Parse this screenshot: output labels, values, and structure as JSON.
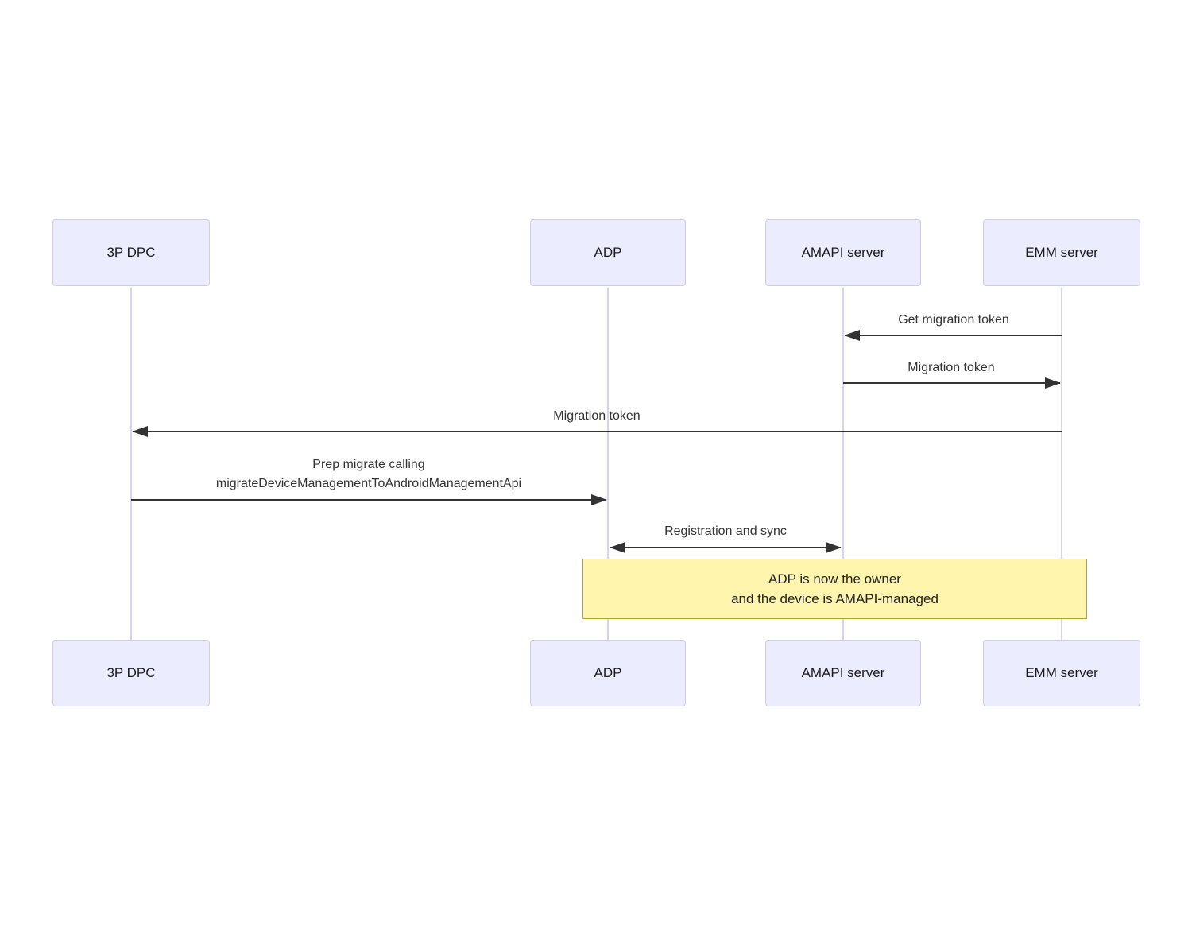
{
  "diagram": {
    "type": "sequence-diagram",
    "actors": [
      {
        "id": "3p-dpc",
        "label": "3P DPC"
      },
      {
        "id": "adp",
        "label": "ADP"
      },
      {
        "id": "amapi-server",
        "label": "AMAPI server"
      },
      {
        "id": "emm-server",
        "label": "EMM server"
      }
    ],
    "messages": [
      {
        "from": "EMM server",
        "to": "AMAPI server",
        "direction": "left",
        "label": "Get migration token"
      },
      {
        "from": "AMAPI server",
        "to": "EMM server",
        "direction": "right",
        "label": "Migration token"
      },
      {
        "from": "EMM server",
        "to": "3P DPC",
        "direction": "left",
        "label": "Migration token"
      },
      {
        "from": "3P DPC",
        "to": "ADP",
        "direction": "right",
        "lines": [
          "Prep migrate calling",
          "migrateDeviceManagementToAndroidManagementApi"
        ]
      },
      {
        "from": "ADP",
        "to": "AMAPI server",
        "direction": "both",
        "label": "Registration and sync"
      }
    ],
    "note": {
      "over": [
        "ADP",
        "AMAPI server",
        "EMM server"
      ],
      "lines": [
        "ADP is now the owner",
        "and the device is AMAPI-managed"
      ]
    },
    "colors": {
      "background": "#ffffff",
      "actor_fill": "#ECECFF",
      "actor_border": "#cfcbe8",
      "lifeline": "#d8d2ee",
      "arrow": "#333333",
      "message_text": "#333333",
      "note_fill": "#FFF5AD",
      "note_border": "#AAAA33",
      "note_text": "#222222"
    }
  }
}
